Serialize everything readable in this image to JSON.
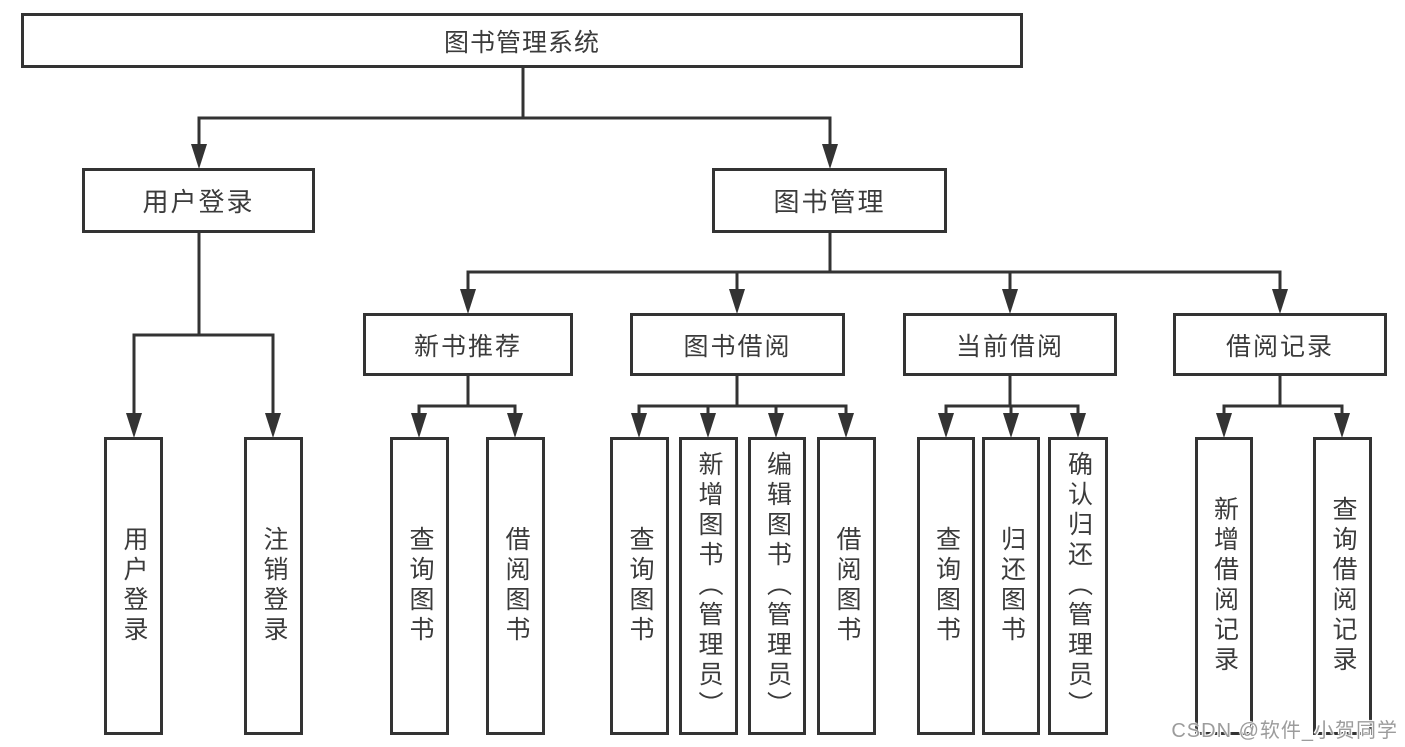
{
  "nodes": {
    "root": "图书管理系统",
    "login": "用户登录",
    "management": "图书管理",
    "new_books": "新书推荐",
    "book_borrow": "图书借阅",
    "current_borrow": "当前借阅",
    "borrow_records": "借阅记录",
    "leaf_user_login": "用户登录",
    "leaf_logout": "注销登录",
    "leaf_nb_query": "查询图书",
    "leaf_nb_borrow": "借阅图书",
    "leaf_bb_query": "查询图书",
    "leaf_bb_add": "新增图书（管理员）",
    "leaf_bb_edit": "编辑图书（管理员）",
    "leaf_bb_borrow": "借阅图书",
    "leaf_cb_query": "查询图书",
    "leaf_cb_return": "归还图书",
    "leaf_cb_confirm": "确认归还（管理员）",
    "leaf_rec_add": "新增借阅记录",
    "leaf_rec_query": "查询借阅记录"
  },
  "watermark": "CSDN @软件_小贺同学",
  "colors": {
    "line": "#333333",
    "border": "#333333",
    "text": "#3b3b3b",
    "watermark": "#9c9c9c",
    "background": "#ffffff"
  }
}
